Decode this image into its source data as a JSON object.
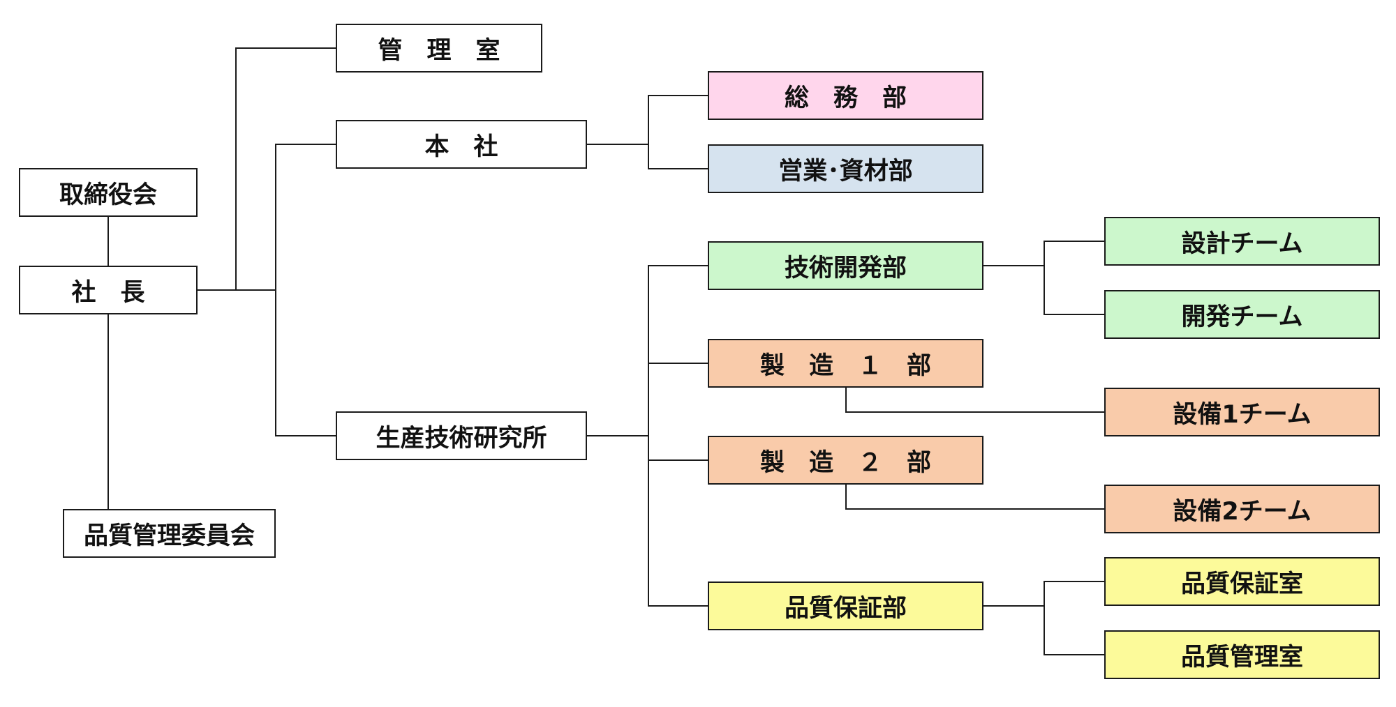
{
  "colors": {
    "line": "#1a1a1a",
    "white": "#ffffff",
    "pink": "#ffd6ec",
    "blue": "#d6e3ef",
    "green": "#ccf7cc",
    "orange": "#f9cbaa",
    "yellow": "#fcfa9a"
  },
  "org": {
    "board": "取締役会",
    "president": "社　長",
    "quality_committee": "品質管理委員会",
    "management_office": "管　理　室",
    "head_office": "本　社",
    "general_affairs": "総　務　部",
    "sales_materials": "営業･資材部",
    "production_tech_lab": "生産技術研究所",
    "tech_dev": "技術開発部",
    "design_team": "設計チーム",
    "dev_team": "開発チーム",
    "manufacturing_1": "製　造　１　部",
    "equipment_team_1": "設備1チーム",
    "manufacturing_2": "製　造　２　部",
    "equipment_team_2": "設備2チーム",
    "qa_dept": "品質保証部",
    "qa_office": "品質保証室",
    "qc_office": "品質管理室"
  }
}
